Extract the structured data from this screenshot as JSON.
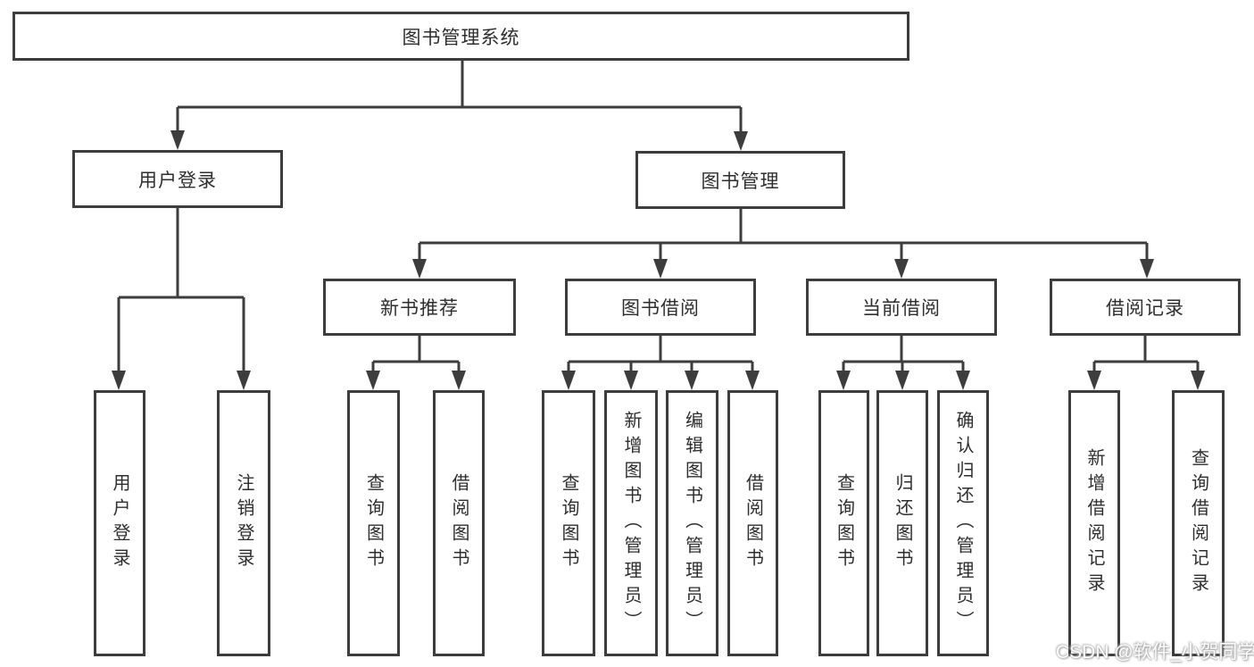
{
  "diagram": {
    "tree": {
      "label": "图书管理系统",
      "children": [
        {
          "label": "用户登录",
          "children": [
            {
              "label": "用户登录"
            },
            {
              "label": "注销登录"
            }
          ]
        },
        {
          "label": "图书管理",
          "children": [
            {
              "label": "新书推荐",
              "children": [
                {
                  "label": "查询图书"
                },
                {
                  "label": "借阅图书"
                }
              ]
            },
            {
              "label": "图书借阅",
              "children": [
                {
                  "label": "查询图书"
                },
                {
                  "label": "新增图书（管理员）"
                },
                {
                  "label": "编辑图书（管理员）"
                },
                {
                  "label": "借阅图书"
                }
              ]
            },
            {
              "label": "当前借阅",
              "children": [
                {
                  "label": "查询图书"
                },
                {
                  "label": "归还图书"
                },
                {
                  "label": "确认归还（管理员）"
                }
              ]
            },
            {
              "label": "借阅记录",
              "children": [
                {
                  "label": "新增借阅记录"
                },
                {
                  "label": "查询借阅记录"
                }
              ]
            }
          ]
        }
      ]
    }
  },
  "watermark": {
    "text": "CSDN @软件_小贺同学"
  },
  "colors": {
    "line": "#3d3d3d",
    "box_background": "#ffffff",
    "text": "#2e2e2e",
    "watermark_halo": "#969696"
  }
}
